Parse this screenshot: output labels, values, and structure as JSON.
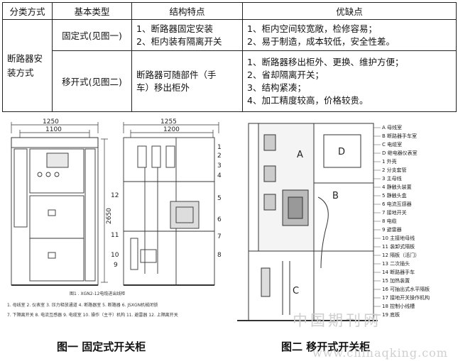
{
  "table": {
    "headers": [
      "分类方式",
      "基本类型",
      "结构特点",
      "优缺点"
    ],
    "category": "断路器安装方式",
    "rows": [
      {
        "type": "固定式(见图一)",
        "structure": [
          "1、断路器固定安装",
          "2、柜内装有隔离开关"
        ],
        "pros_cons": [
          "1、柜内空间较宽敞，检修容易；",
          "2、易于制造，成本较低，安全性差。"
        ]
      },
      {
        "type": "移开式(见图二)",
        "structure": [
          "断路器可随部件（手",
          "车）移出柜外"
        ],
        "pros_cons": [
          "1、断路器移出柜外、更换、维护方便；",
          "2、省却隔离开关；",
          "3、结构紧凑；",
          "4、加工精度较高，价格较贵。"
        ]
      }
    ]
  },
  "figure1": {
    "dim_top_outer": "1250",
    "dim_top_inner": "1100",
    "dim_top_outer_right": "1255",
    "dim_top_inner_right": "1200",
    "dim_height": "2650",
    "callouts": [
      "1",
      "2",
      "3",
      "4",
      "5",
      "6",
      "7",
      "8",
      "9",
      "10",
      "11",
      "12"
    ],
    "caption_small": "图1 . XGN2-12电缆进出线柜",
    "legend_lines": [
      "1. 母线室 2. 仪表室 3. 压力释放通道 4. 断路器室 5. 断路器 6. JSXGN机械闭锁",
      "7. 下隔离开关 8. 电流互感器 9. 电缆室 10. 操作（主干）机构 11. 避雷器 12. 上隔离开关"
    ],
    "caption": "图一   固定式开关柜"
  },
  "figure2": {
    "compartments": [
      "A",
      "B",
      "C",
      "D"
    ],
    "legend": [
      "A 母线室",
      "B 断路器手车室",
      "C 电缆室",
      "D 继电器仪表室",
      "1 外壳",
      "2 分支套管",
      "3 主母线",
      "4 静触头装置",
      "5 静触头盒",
      "6 电流互感器",
      "7 接地开关",
      "8 电缆",
      "9 避雷器",
      "10 主接地母线",
      "11 装卸式隔板",
      "12 隔板（活门）",
      "13 二次插头",
      "14 断路器手车",
      "15 加热装置",
      "16 可抽出式水平隔板",
      "17 接地开关操作机构",
      "18 控制小线槽",
      "19 底板"
    ],
    "caption": "图二   移开式开关柜"
  },
  "watermark": {
    "cn": "中国期刊网",
    "en": "www.chinaqking.com"
  }
}
